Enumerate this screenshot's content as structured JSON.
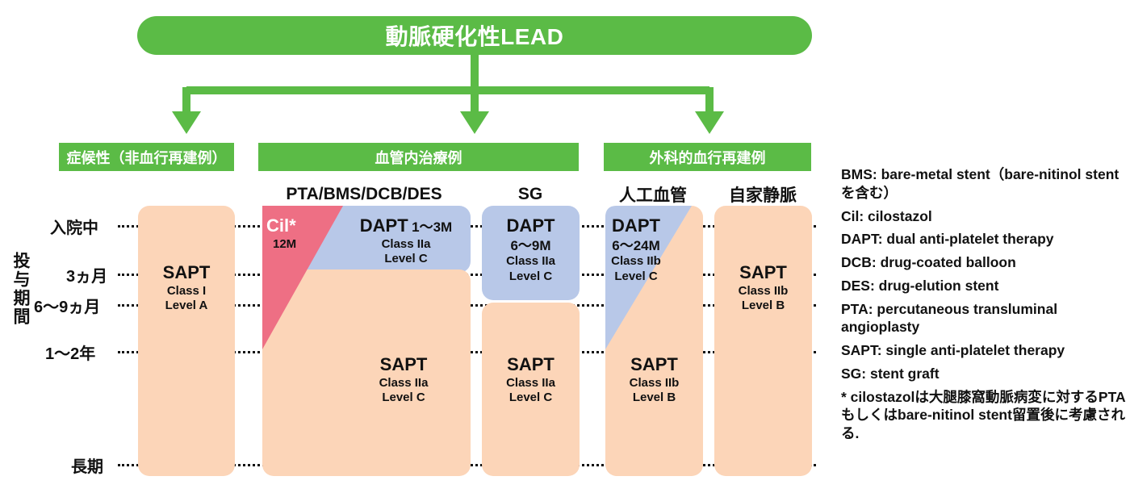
{
  "title": "動脈硬化性LEAD",
  "categories": {
    "symptomatic": "症候性（非血行再建例）",
    "endovascular": "血管内治療例",
    "surgical": "外科的血行再建例"
  },
  "column_headers": {
    "pta": "PTA/BMS/DCB/DES",
    "sg": "SG",
    "artificial": "人工血管",
    "vein": "自家静脈"
  },
  "y_axis": {
    "title": "投与期間",
    "labels": [
      "入院中",
      "3ヵ月",
      "6～9ヵ月",
      "1～2年",
      "長期"
    ]
  },
  "cells": {
    "symptomatic_sapt": {
      "drug": "SAPT",
      "class": "Class I",
      "level": "Level A"
    },
    "pta_cil": {
      "drug": "Cil*",
      "duration": "12M"
    },
    "pta_dapt": {
      "drug": "DAPT",
      "duration": "1～3M",
      "class": "Class IIa",
      "level": "Level C"
    },
    "pta_sapt": {
      "drug": "SAPT",
      "class": "Class IIa",
      "level": "Level C"
    },
    "sg_dapt": {
      "drug": "DAPT",
      "duration": "6～9M",
      "class": "Class IIa",
      "level": "Level C"
    },
    "sg_sapt": {
      "drug": "SAPT",
      "class": "Class IIa",
      "level": "Level C"
    },
    "artificial_dapt": {
      "drug": "DAPT",
      "duration": "6～24M",
      "class": "Class IIb",
      "level": "Level C"
    },
    "artificial_sapt": {
      "drug": "SAPT",
      "class": "Class IIb",
      "level": "Level B"
    },
    "vein_sapt": {
      "drug": "SAPT",
      "class": "Class IIb",
      "level": "Level B"
    }
  },
  "legend": [
    "BMS: bare-metal stent（bare-nitinol stentを含む）",
    "Cil: cilostazol",
    "DAPT: dual anti-platelet therapy",
    "DCB: drug-coated balloon",
    "DES: drug-elution stent",
    "PTA: percutaneous transluminal angioplasty",
    "SAPT: single anti-platelet therapy",
    "SG: stent graft",
    "* cilostazolは大腿膝窩動脈病変に対するPTAもしくはbare-nitinol stent留置後に考慮される."
  ],
  "colors": {
    "green": "#5bbb46",
    "peach": "#fcd5b8",
    "blue": "#b8c8e8",
    "pink": "#ee6f84"
  }
}
